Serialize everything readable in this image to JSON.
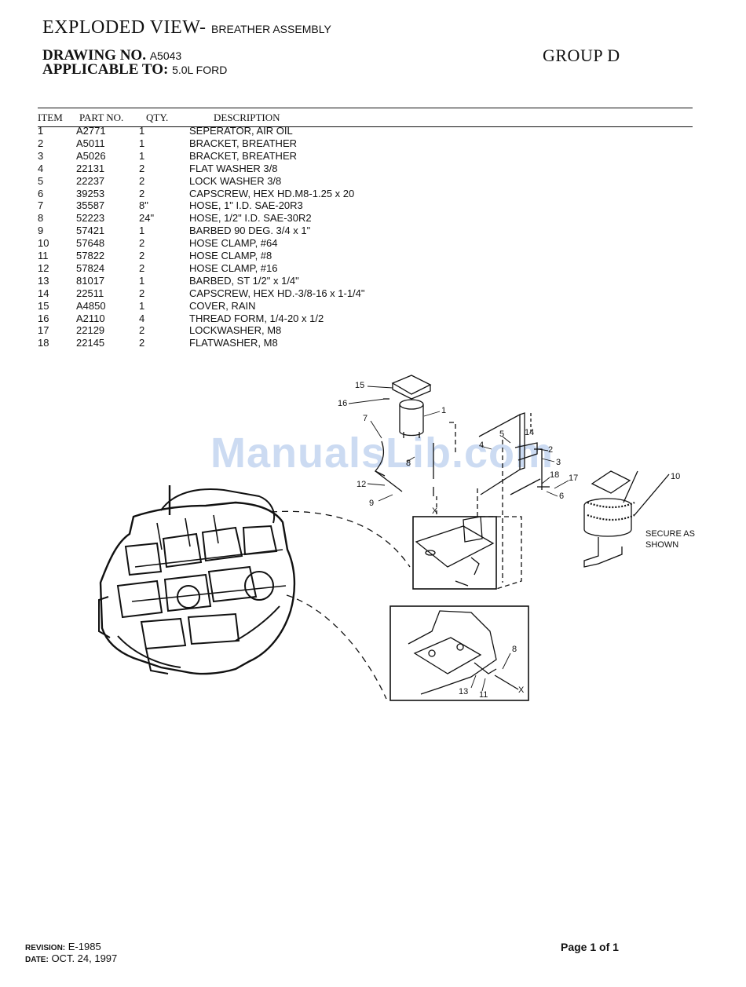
{
  "header": {
    "title": "EXPLODED VIEW-",
    "title_sub": "BREATHER ASSEMBLY",
    "drawing_label": "DRAWING NO.",
    "drawing_value": "A5043",
    "applicable_label": "APPLICABLE TO:",
    "applicable_value": "5.0L FORD",
    "group": "GROUP  D"
  },
  "table": {
    "columns": [
      "ITEM",
      "PART NO.",
      "QTY.",
      "DESCRIPTION"
    ],
    "rows": [
      {
        "item": "1",
        "part": "A2771",
        "qty": "1",
        "desc": "SEPERATOR, AIR OIL"
      },
      {
        "item": "2",
        "part": "A5011",
        "qty": "1",
        "desc": "BRACKET, BREATHER"
      },
      {
        "item": "3",
        "part": "A5026",
        "qty": "1",
        "desc": "BRACKET, BREATHER"
      },
      {
        "item": "4",
        "part": "22131",
        "qty": "2",
        "desc": "FLAT WASHER 3/8"
      },
      {
        "item": "5",
        "part": "22237",
        "qty": "2",
        "desc": "LOCK WASHER 3/8"
      },
      {
        "item": "6",
        "part": "39253",
        "qty": "2",
        "desc": "CAPSCREW, HEX HD.M8-1.25 x 20"
      },
      {
        "item": "7",
        "part": "35587",
        "qty": "8\"",
        "desc": "HOSE, 1\" I.D. SAE-20R3"
      },
      {
        "item": "8",
        "part": "52223",
        "qty": "24\"",
        "desc": "HOSE, 1/2\" I.D. SAE-30R2"
      },
      {
        "item": "9",
        "part": "57421",
        "qty": "1",
        "desc": "BARBED 90 DEG. 3/4 x 1\""
      },
      {
        "item": "10",
        "part": "57648",
        "qty": "2",
        "desc": "HOSE CLAMP, #64"
      },
      {
        "item": "11",
        "part": "57822",
        "qty": "2",
        "desc": "HOSE CLAMP, #8"
      },
      {
        "item": "12",
        "part": "57824",
        "qty": "2",
        "desc": "HOSE CLAMP, #16"
      },
      {
        "item": "13",
        "part": "81017",
        "qty": "1",
        "desc": "BARBED, ST 1/2\" x 1/4\""
      },
      {
        "item": "14",
        "part": "22511",
        "qty": "2",
        "desc": "CAPSCREW, HEX HD.-3/8-16 x 1-1/4\""
      },
      {
        "item": "15",
        "part": "A4850",
        "qty": "1",
        "desc": "COVER, RAIN"
      },
      {
        "item": "16",
        "part": "A2110",
        "qty": "4",
        "desc": "THREAD FORM, 1/4-20 x 1/2"
      },
      {
        "item": "17",
        "part": "22129",
        "qty": "2",
        "desc": "LOCKWASHER, M8"
      },
      {
        "item": "18",
        "part": "22145",
        "qty": "2",
        "desc": "FLATWASHER, M8"
      }
    ]
  },
  "watermark": "ManualsLib.com",
  "diagram": {
    "callouts": [
      "15",
      "16",
      "1",
      "7",
      "8",
      "4",
      "5",
      "14",
      "2",
      "3",
      "18",
      "17",
      "6",
      "12",
      "9",
      "10",
      "8",
      "13",
      "11"
    ],
    "x_marks": [
      "X",
      "X"
    ],
    "note_line1": "SECURE AS",
    "note_line2": "SHOWN"
  },
  "footer": {
    "revision_label": "REVISION:",
    "revision_value": "E-1985",
    "date_label": "DATE:",
    "date_value": "OCT. 24, 1997",
    "page": "Page 1 of 1"
  }
}
